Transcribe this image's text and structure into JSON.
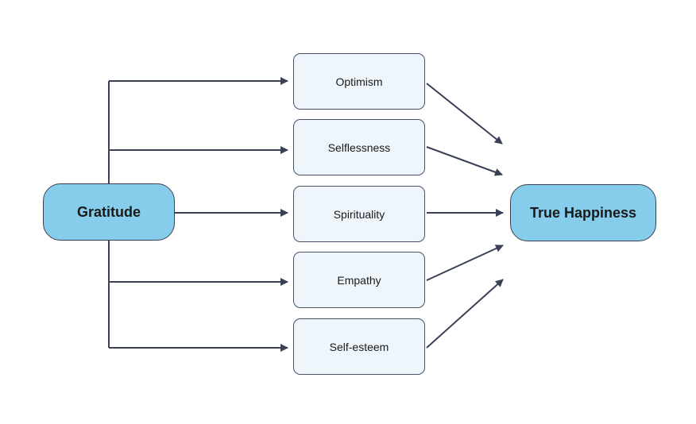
{
  "diagram": {
    "source": {
      "label": "Gratitude"
    },
    "target": {
      "label": "True Happiness"
    },
    "mediators": [
      {
        "label": "Optimism"
      },
      {
        "label": "Selflessness"
      },
      {
        "label": "Spirituality"
      },
      {
        "label": "Empathy"
      },
      {
        "label": "Self-esteem"
      }
    ]
  },
  "colors": {
    "main_node_fill": "#86cdec",
    "mid_node_fill": "#eef6fc",
    "stroke": "#3a4156",
    "text": "#1a1a1a"
  }
}
